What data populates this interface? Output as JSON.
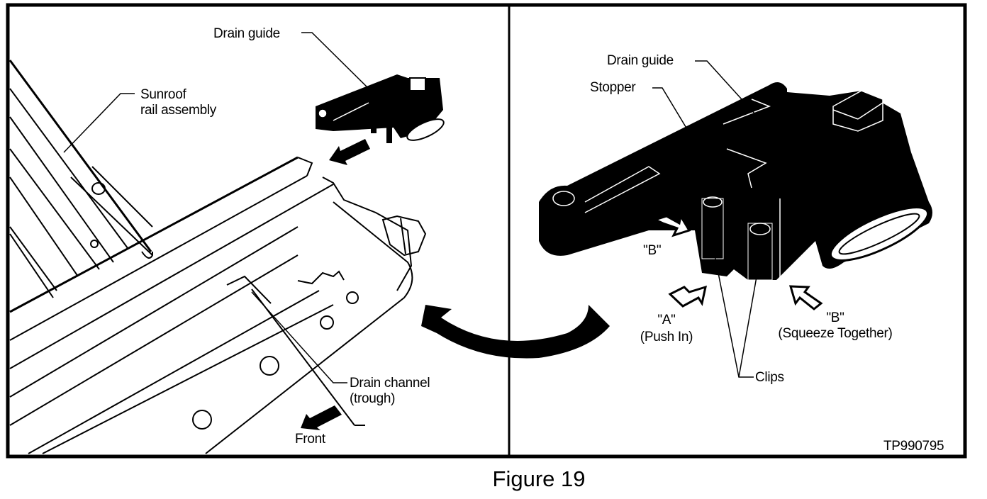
{
  "figure": {
    "caption": "Figure 19",
    "code": "TP990795"
  },
  "left_panel": {
    "labels": {
      "drain_guide": "Drain guide",
      "sunroof_line1": "Sunroof",
      "sunroof_line2": "rail assembly",
      "drain_channel_line1": "Drain channel",
      "drain_channel_line2": "(trough)",
      "front": "Front"
    }
  },
  "right_panel": {
    "labels": {
      "drain_guide": "Drain guide",
      "stopper": "Stopper",
      "b_top": "\"B\"",
      "a": "\"A\"",
      "push_in": "(Push In)",
      "b_right": "\"B\"",
      "squeeze": "(Squeeze Together)",
      "clips": "Clips"
    }
  },
  "colors": {
    "ink": "#000000",
    "paper": "#ffffff"
  }
}
